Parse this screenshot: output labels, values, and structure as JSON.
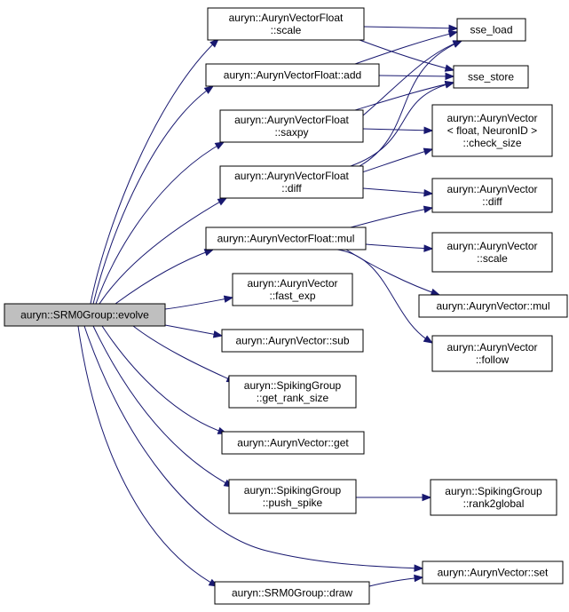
{
  "graph": {
    "edge_color": "#191970",
    "root_fill": "#bfbfbf",
    "nodes": [
      {
        "id": "evolve",
        "label": [
          "auryn::SRM0Group::evolve"
        ],
        "root": true
      },
      {
        "id": "vf_scale",
        "label": [
          "auryn::AurynVectorFloat",
          "::scale"
        ]
      },
      {
        "id": "vf_add",
        "label": [
          "auryn::AurynVectorFloat::add"
        ]
      },
      {
        "id": "vf_saxpy",
        "label": [
          "auryn::AurynVectorFloat",
          "::saxpy"
        ]
      },
      {
        "id": "vf_diff",
        "label": [
          "auryn::AurynVectorFloat",
          "::diff"
        ]
      },
      {
        "id": "vf_mul",
        "label": [
          "auryn::AurynVectorFloat::mul"
        ]
      },
      {
        "id": "av_fast_exp",
        "label": [
          "auryn::AurynVector",
          "::fast_exp"
        ]
      },
      {
        "id": "av_sub",
        "label": [
          "auryn::AurynVector::sub"
        ]
      },
      {
        "id": "sg_get_rank_size",
        "label": [
          "auryn::SpikingGroup",
          "::get_rank_size"
        ]
      },
      {
        "id": "av_get",
        "label": [
          "auryn::AurynVector::get"
        ]
      },
      {
        "id": "sg_push_spike",
        "label": [
          "auryn::SpikingGroup",
          "::push_spike"
        ]
      },
      {
        "id": "srm_draw",
        "label": [
          "auryn::SRM0Group::draw"
        ]
      },
      {
        "id": "sse_load",
        "label": [
          "sse_load"
        ]
      },
      {
        "id": "sse_store",
        "label": [
          "sse_store"
        ]
      },
      {
        "id": "av_check_size",
        "label": [
          "auryn::AurynVector",
          "< float, NeuronID >",
          "::check_size"
        ]
      },
      {
        "id": "av_diff",
        "label": [
          "auryn::AurynVector",
          "::diff"
        ]
      },
      {
        "id": "av_scale",
        "label": [
          "auryn::AurynVector",
          "::scale"
        ]
      },
      {
        "id": "av_mul",
        "label": [
          "auryn::AurynVector::mul"
        ]
      },
      {
        "id": "av_follow",
        "label": [
          "auryn::AurynVector",
          "::follow"
        ]
      },
      {
        "id": "sg_rank2global",
        "label": [
          "auryn::SpikingGroup",
          "::rank2global"
        ]
      },
      {
        "id": "av_set",
        "label": [
          "auryn::AurynVector::set"
        ]
      }
    ],
    "edges": [
      [
        "evolve",
        "vf_scale"
      ],
      [
        "evolve",
        "vf_add"
      ],
      [
        "evolve",
        "vf_saxpy"
      ],
      [
        "evolve",
        "vf_diff"
      ],
      [
        "evolve",
        "vf_mul"
      ],
      [
        "evolve",
        "av_fast_exp"
      ],
      [
        "evolve",
        "av_sub"
      ],
      [
        "evolve",
        "sg_get_rank_size"
      ],
      [
        "evolve",
        "av_get"
      ],
      [
        "evolve",
        "sg_push_spike"
      ],
      [
        "evolve",
        "av_set"
      ],
      [
        "evolve",
        "srm_draw"
      ],
      [
        "vf_scale",
        "sse_load"
      ],
      [
        "vf_scale",
        "sse_store"
      ],
      [
        "vf_add",
        "sse_load"
      ],
      [
        "vf_add",
        "sse_store"
      ],
      [
        "vf_saxpy",
        "sse_load"
      ],
      [
        "vf_saxpy",
        "sse_store"
      ],
      [
        "vf_saxpy",
        "av_check_size"
      ],
      [
        "vf_diff",
        "sse_load"
      ],
      [
        "vf_diff",
        "sse_store"
      ],
      [
        "vf_diff",
        "av_check_size"
      ],
      [
        "vf_diff",
        "av_diff"
      ],
      [
        "vf_mul",
        "av_diff"
      ],
      [
        "vf_mul",
        "av_scale"
      ],
      [
        "vf_mul",
        "av_mul"
      ],
      [
        "vf_mul",
        "av_follow"
      ],
      [
        "sg_push_spike",
        "sg_rank2global"
      ],
      [
        "srm_draw",
        "av_set"
      ]
    ]
  }
}
